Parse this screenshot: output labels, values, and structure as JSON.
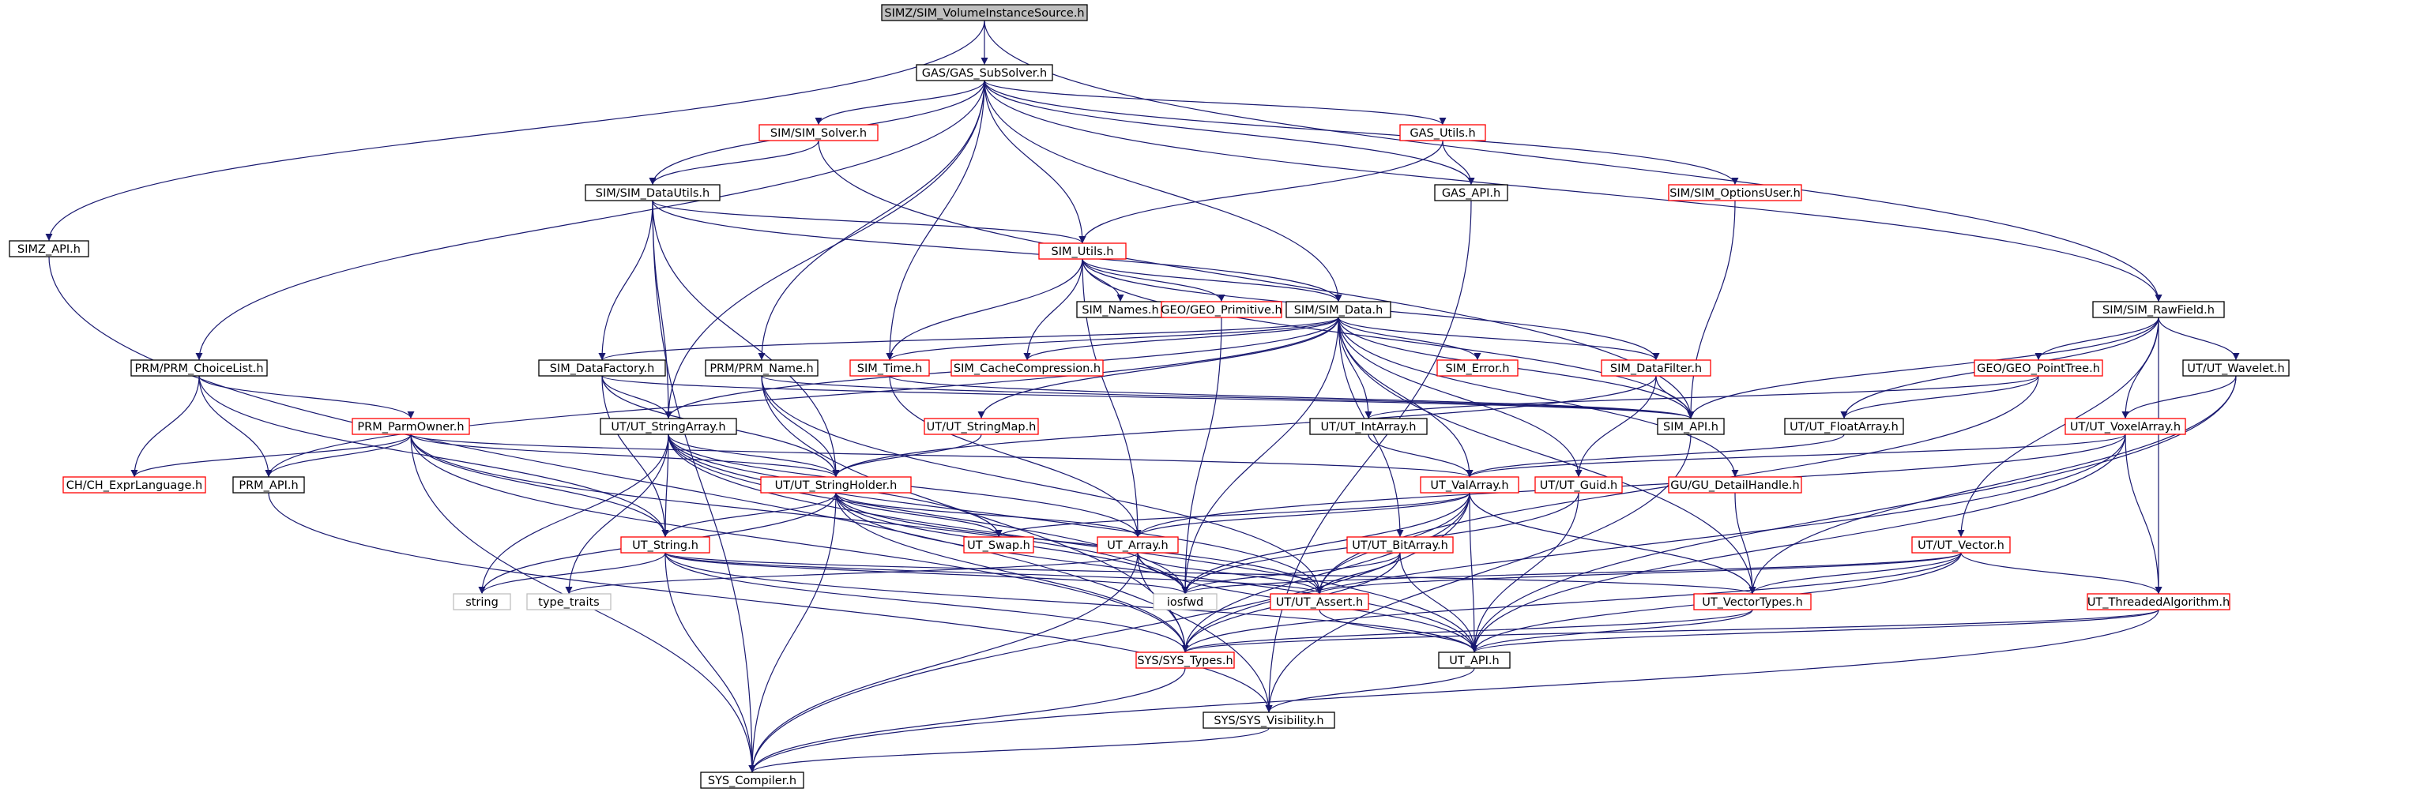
{
  "colors": {
    "edge": "#191970",
    "red_border": "#ff0000",
    "black_border": "#000000",
    "gray_border": "#bfbfbf",
    "highlight_fill": "#bfbfbf"
  },
  "nodes": [
    {
      "id": "root",
      "label": "SIMZ/SIM_VolumeInstanceSource.h",
      "style": "hl"
    },
    {
      "id": "subsolver",
      "label": "GAS/GAS_SubSolver.h",
      "style": "black"
    },
    {
      "id": "simzapi",
      "label": "SIMZ_API.h",
      "style": "black"
    },
    {
      "id": "simsolver",
      "label": "SIM/SIM_Solver.h",
      "style": "red"
    },
    {
      "id": "gasutils",
      "label": "GAS_Utils.h",
      "style": "red"
    },
    {
      "id": "dutils",
      "label": "SIM/SIM_DataUtils.h",
      "style": "black"
    },
    {
      "id": "gasapi",
      "label": "GAS_API.h",
      "style": "black"
    },
    {
      "id": "optuser",
      "label": "SIM/SIM_OptionsUser.h",
      "style": "red"
    },
    {
      "id": "simutils",
      "label": "SIM_Utils.h",
      "style": "red"
    },
    {
      "id": "rawfield",
      "label": "SIM/SIM_RawField.h",
      "style": "black"
    },
    {
      "id": "choice",
      "label": "PRM/PRM_ChoiceList.h",
      "style": "black"
    },
    {
      "id": "simnames",
      "label": "SIM_Names.h",
      "style": "black"
    },
    {
      "id": "geoprim",
      "label": "GEO/GEO_Primitive.h",
      "style": "red"
    },
    {
      "id": "simdata",
      "label": "SIM/SIM_Data.h",
      "style": "black"
    },
    {
      "id": "dfactory",
      "label": "SIM_DataFactory.h",
      "style": "black"
    },
    {
      "id": "prmname",
      "label": "PRM/PRM_Name.h",
      "style": "black"
    },
    {
      "id": "simtime",
      "label": "SIM_Time.h",
      "style": "red"
    },
    {
      "id": "cachecomp",
      "label": "SIM_CacheCompression.h",
      "style": "red"
    },
    {
      "id": "simerror",
      "label": "SIM_Error.h",
      "style": "red"
    },
    {
      "id": "dfilter",
      "label": "SIM_DataFilter.h",
      "style": "red"
    },
    {
      "id": "pointtree",
      "label": "GEO/GEO_PointTree.h",
      "style": "red"
    },
    {
      "id": "wavelet",
      "label": "UT/UT_Wavelet.h",
      "style": "black"
    },
    {
      "id": "parmowner",
      "label": "PRM_ParmOwner.h",
      "style": "red"
    },
    {
      "id": "strarray",
      "label": "UT/UT_StringArray.h",
      "style": "black"
    },
    {
      "id": "strmap",
      "label": "UT/UT_StringMap.h",
      "style": "red"
    },
    {
      "id": "intarray",
      "label": "UT/UT_IntArray.h",
      "style": "black"
    },
    {
      "id": "simapi",
      "label": "SIM_API.h",
      "style": "black"
    },
    {
      "id": "floatarr",
      "label": "UT/UT_FloatArray.h",
      "style": "black"
    },
    {
      "id": "voxel",
      "label": "UT/UT_VoxelArray.h",
      "style": "red"
    },
    {
      "id": "chexpr",
      "label": "CH/CH_ExprLanguage.h",
      "style": "red"
    },
    {
      "id": "prmapi",
      "label": "PRM_API.h",
      "style": "black"
    },
    {
      "id": "strholder",
      "label": "UT/UT_StringHolder.h",
      "style": "red"
    },
    {
      "id": "valarray",
      "label": "UT_ValArray.h",
      "style": "red"
    },
    {
      "id": "guid",
      "label": "UT/UT_Guid.h",
      "style": "red"
    },
    {
      "id": "detail",
      "label": "GU/GU_DetailHandle.h",
      "style": "red"
    },
    {
      "id": "utstring",
      "label": "UT_String.h",
      "style": "red"
    },
    {
      "id": "swap",
      "label": "UT_Swap.h",
      "style": "red"
    },
    {
      "id": "utarray",
      "label": "UT_Array.h",
      "style": "red"
    },
    {
      "id": "bitarray",
      "label": "UT/UT_BitArray.h",
      "style": "red"
    },
    {
      "id": "utvector",
      "label": "UT/UT_Vector.h",
      "style": "red"
    },
    {
      "id": "string",
      "label": "string",
      "style": "gray"
    },
    {
      "id": "typetr",
      "label": "type_traits",
      "style": "gray"
    },
    {
      "id": "iosfwd",
      "label": "iosfwd",
      "style": "gray"
    },
    {
      "id": "assert",
      "label": "UT/UT_Assert.h",
      "style": "red"
    },
    {
      "id": "vtypes",
      "label": "UT_VectorTypes.h",
      "style": "red"
    },
    {
      "id": "threaded",
      "label": "UT_ThreadedAlgorithm.h",
      "style": "red"
    },
    {
      "id": "systypes",
      "label": "SYS/SYS_Types.h",
      "style": "red"
    },
    {
      "id": "utapi",
      "label": "UT_API.h",
      "style": "black"
    },
    {
      "id": "visib",
      "label": "SYS/SYS_Visibility.h",
      "style": "black"
    },
    {
      "id": "compiler",
      "label": "SYS_Compiler.h",
      "style": "black"
    }
  ],
  "edges": [
    [
      "root",
      "subsolver"
    ],
    [
      "root",
      "simzapi"
    ],
    [
      "root",
      "rawfield"
    ],
    [
      "subsolver",
      "simsolver"
    ],
    [
      "subsolver",
      "gasutils"
    ],
    [
      "subsolver",
      "dutils"
    ],
    [
      "subsolver",
      "gasapi"
    ],
    [
      "subsolver",
      "optuser"
    ],
    [
      "subsolver",
      "simutils"
    ],
    [
      "subsolver",
      "choice"
    ],
    [
      "subsolver",
      "simdata"
    ],
    [
      "subsolver",
      "simtime"
    ],
    [
      "subsolver",
      "prmname"
    ],
    [
      "subsolver",
      "strarray"
    ],
    [
      "subsolver",
      "rawfield"
    ],
    [
      "simzapi",
      "visib"
    ],
    [
      "simsolver",
      "dutils"
    ],
    [
      "simsolver",
      "simapi"
    ],
    [
      "gasutils",
      "simutils"
    ],
    [
      "gasutils",
      "gasapi"
    ],
    [
      "gasapi",
      "visib"
    ],
    [
      "optuser",
      "simapi"
    ],
    [
      "dutils",
      "simutils"
    ],
    [
      "dutils",
      "simdata"
    ],
    [
      "dutils",
      "dfactory"
    ],
    [
      "dutils",
      "strarray"
    ],
    [
      "dutils",
      "strholder"
    ],
    [
      "dutils",
      "compiler"
    ],
    [
      "simutils",
      "simnames"
    ],
    [
      "simutils",
      "geoprim"
    ],
    [
      "simutils",
      "simdata"
    ],
    [
      "simutils",
      "simtime"
    ],
    [
      "simutils",
      "cachecomp"
    ],
    [
      "simutils",
      "dfilter"
    ],
    [
      "simutils",
      "simapi"
    ],
    [
      "simutils",
      "utarray"
    ],
    [
      "geoprim",
      "iosfwd"
    ],
    [
      "simdata",
      "dfactory"
    ],
    [
      "simdata",
      "simtime"
    ],
    [
      "simdata",
      "cachecomp"
    ],
    [
      "simdata",
      "simerror"
    ],
    [
      "simdata",
      "dfilter"
    ],
    [
      "simdata",
      "simapi"
    ],
    [
      "simdata",
      "strarray"
    ],
    [
      "simdata",
      "strmap"
    ],
    [
      "simdata",
      "intarray"
    ],
    [
      "simdata",
      "valarray"
    ],
    [
      "simdata",
      "guid"
    ],
    [
      "simdata",
      "detail"
    ],
    [
      "simdata",
      "bitarray"
    ],
    [
      "simdata",
      "vtypes"
    ],
    [
      "simdata",
      "iosfwd"
    ],
    [
      "simdata",
      "prmapi"
    ],
    [
      "rawfield",
      "simapi"
    ],
    [
      "rawfield",
      "pointtree"
    ],
    [
      "rawfield",
      "wavelet"
    ],
    [
      "rawfield",
      "voxel"
    ],
    [
      "rawfield",
      "utvector"
    ],
    [
      "rawfield",
      "floatarr"
    ],
    [
      "rawfield",
      "threaded"
    ],
    [
      "choice",
      "parmowner"
    ],
    [
      "choice",
      "chexpr"
    ],
    [
      "choice",
      "prmapi"
    ],
    [
      "choice",
      "utstring"
    ],
    [
      "dfactory",
      "strarray"
    ],
    [
      "dfactory",
      "strholder"
    ],
    [
      "dfactory",
      "utstring"
    ],
    [
      "dfactory",
      "simapi"
    ],
    [
      "prmname",
      "strholder"
    ],
    [
      "prmname",
      "assert"
    ],
    [
      "prmname",
      "systypes"
    ],
    [
      "prmname",
      "simapi"
    ],
    [
      "simtime",
      "simapi"
    ],
    [
      "simtime",
      "utarray"
    ],
    [
      "dfilter",
      "simapi"
    ],
    [
      "dfilter",
      "guid"
    ],
    [
      "dfilter",
      "strholder"
    ],
    [
      "pointtree",
      "intarray"
    ],
    [
      "pointtree",
      "floatarr"
    ],
    [
      "pointtree",
      "assert"
    ],
    [
      "wavelet",
      "voxel"
    ],
    [
      "wavelet",
      "vtypes"
    ],
    [
      "wavelet",
      "utapi"
    ],
    [
      "parmowner",
      "chexpr"
    ],
    [
      "parmowner",
      "prmapi"
    ],
    [
      "parmowner",
      "strholder"
    ],
    [
      "parmowner",
      "utstring"
    ],
    [
      "parmowner",
      "valarray"
    ],
    [
      "parmowner",
      "systypes"
    ],
    [
      "parmowner",
      "iosfwd"
    ],
    [
      "parmowner",
      "compiler"
    ],
    [
      "strarray",
      "strholder"
    ],
    [
      "strarray",
      "utstring"
    ],
    [
      "strarray",
      "swap"
    ],
    [
      "strarray",
      "utarray"
    ],
    [
      "strarray",
      "string"
    ],
    [
      "strarray",
      "typetr"
    ],
    [
      "strarray",
      "iosfwd"
    ],
    [
      "strarray",
      "utapi"
    ],
    [
      "strarray",
      "assert"
    ],
    [
      "strmap",
      "strholder"
    ],
    [
      "intarray",
      "valarray"
    ],
    [
      "simapi",
      "visib"
    ],
    [
      "floatarr",
      "valarray"
    ],
    [
      "voxel",
      "valarray"
    ],
    [
      "voxel",
      "threaded"
    ],
    [
      "voxel",
      "systypes"
    ],
    [
      "voxel",
      "utapi"
    ],
    [
      "voxel",
      "utarray"
    ],
    [
      "prmapi",
      "visib"
    ],
    [
      "strholder",
      "utstring"
    ],
    [
      "strholder",
      "swap"
    ],
    [
      "strholder",
      "assert"
    ],
    [
      "strholder",
      "iosfwd"
    ],
    [
      "strholder",
      "systypes"
    ],
    [
      "strholder",
      "utapi"
    ],
    [
      "strholder",
      "string"
    ],
    [
      "strholder",
      "compiler"
    ],
    [
      "strholder",
      "utarray"
    ],
    [
      "valarray",
      "utarray"
    ],
    [
      "valarray",
      "swap"
    ],
    [
      "valarray",
      "assert"
    ],
    [
      "valarray",
      "vtypes"
    ],
    [
      "valarray",
      "systypes"
    ],
    [
      "valarray",
      "utapi"
    ],
    [
      "valarray",
      "compiler"
    ],
    [
      "valarray",
      "iosfwd"
    ],
    [
      "guid",
      "utapi"
    ],
    [
      "guid",
      "iosfwd"
    ],
    [
      "detail",
      "vtypes"
    ],
    [
      "utstring",
      "string"
    ],
    [
      "utstring",
      "iosfwd"
    ],
    [
      "utstring",
      "systypes"
    ],
    [
      "utstring",
      "utapi"
    ],
    [
      "utstring",
      "compiler"
    ],
    [
      "utstring",
      "assert"
    ],
    [
      "utstring",
      "vtypes"
    ],
    [
      "utarray",
      "typetr"
    ],
    [
      "utarray",
      "assert"
    ],
    [
      "utarray",
      "systypes"
    ],
    [
      "utarray",
      "utapi"
    ],
    [
      "utarray",
      "compiler"
    ],
    [
      "utarray",
      "iosfwd"
    ],
    [
      "bitarray",
      "assert"
    ],
    [
      "bitarray",
      "systypes"
    ],
    [
      "bitarray",
      "utapi"
    ],
    [
      "bitarray",
      "iosfwd"
    ],
    [
      "utvector",
      "assert"
    ],
    [
      "utvector",
      "vtypes"
    ],
    [
      "utvector",
      "threaded"
    ],
    [
      "utvector",
      "systypes"
    ],
    [
      "utvector",
      "utapi"
    ],
    [
      "utvector",
      "iosfwd"
    ],
    [
      "assert",
      "utapi"
    ],
    [
      "vtypes",
      "systypes"
    ],
    [
      "vtypes",
      "utapi"
    ],
    [
      "threaded",
      "systypes"
    ],
    [
      "threaded",
      "utapi"
    ],
    [
      "threaded",
      "compiler"
    ],
    [
      "systypes",
      "compiler"
    ],
    [
      "utapi",
      "visib"
    ],
    [
      "visib",
      "compiler"
    ]
  ]
}
